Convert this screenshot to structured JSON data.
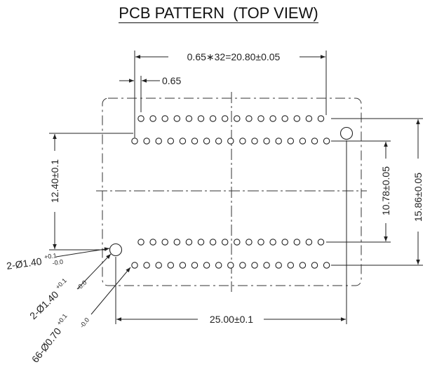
{
  "title": "PCB PATTERN  (TOP VIEW)",
  "dimensions": {
    "top_span": "0.65∗32=20.80±0.05",
    "pitch": "0.65",
    "left_vertical": "12.40±0.1",
    "inner_vertical": "10.78±0.05",
    "outer_vertical": "15.86±0.05",
    "bottom_span": "25.00±0.1"
  },
  "callouts": {
    "hole_a": {
      "base": "2-Ø1.40",
      "plus": "+0.1",
      "minus": "-0.0"
    },
    "hole_b": {
      "base": "2-Ø1.40",
      "plus": "+0.1",
      "minus": "-0.0"
    },
    "pads": {
      "base": "66-Ø0.70",
      "plus": "+0.1",
      "minus": "-0.0"
    }
  },
  "pattern": {
    "rows": [
      {
        "name": "top-row-1",
        "count": 16
      },
      {
        "name": "top-row-2",
        "count": 17
      },
      {
        "name": "bottom-row-1",
        "count": 16
      },
      {
        "name": "bottom-row-2",
        "count": 17
      }
    ],
    "mounting_holes": 2
  }
}
